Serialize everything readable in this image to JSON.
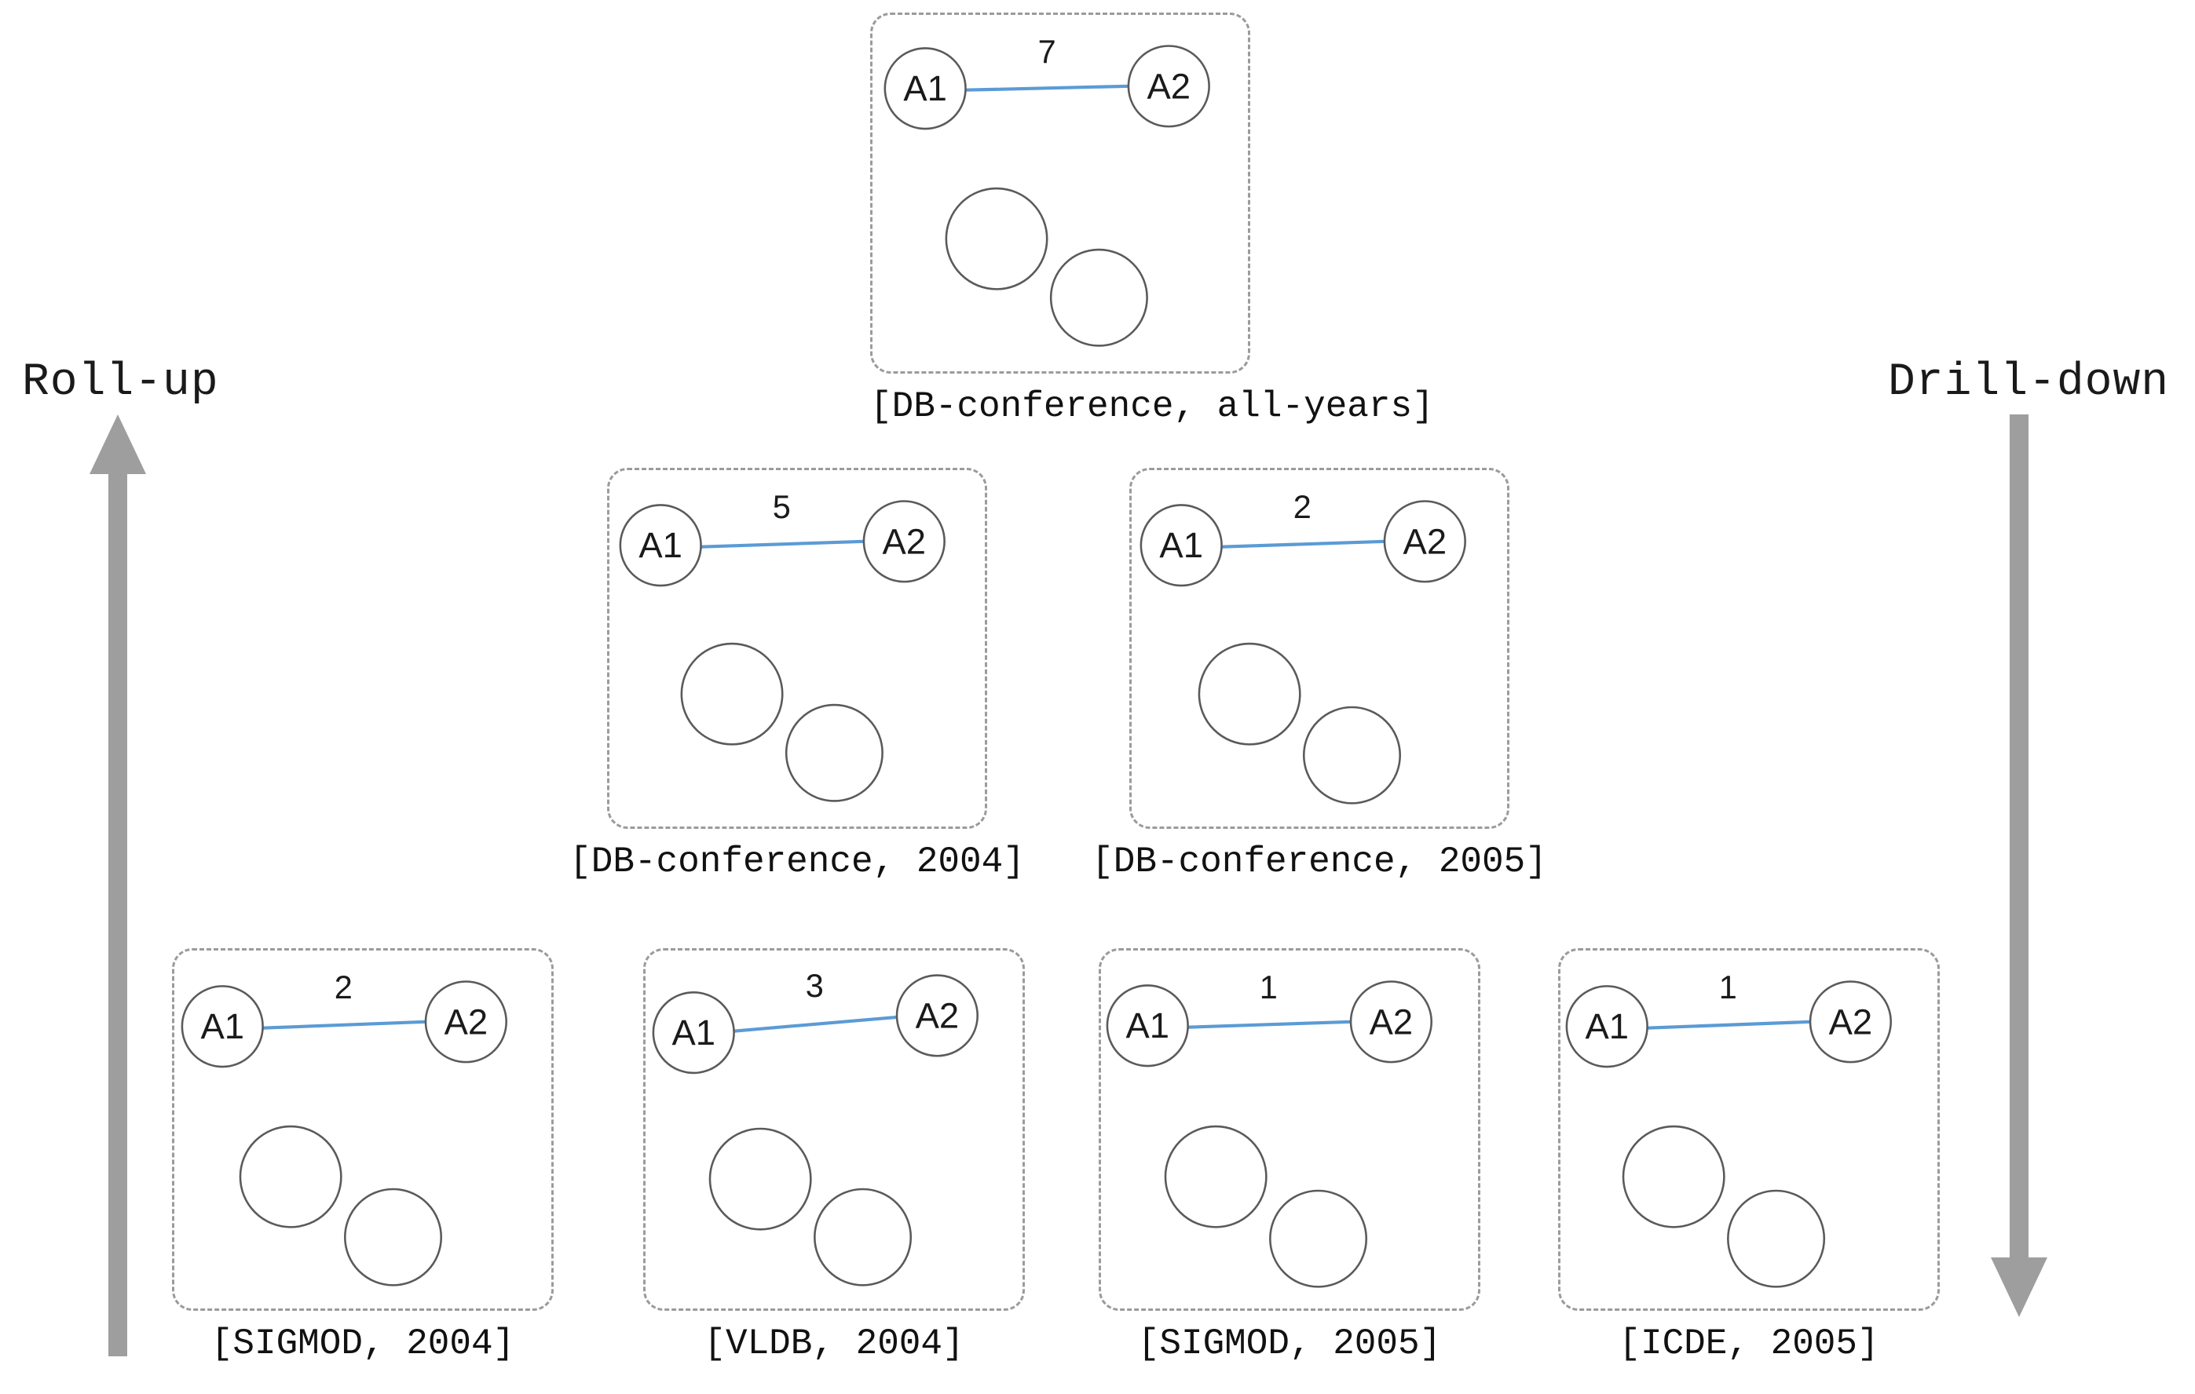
{
  "figure": {
    "kind": "graph-cube-lattice",
    "background_color": "#ffffff",
    "node_stroke_color": "#5a5a5a",
    "edge_color": "#5b9bd5",
    "cuboid_border_color": "#9b9b9b",
    "arrow_color": "#9e9e9e"
  },
  "axes": {
    "left": {
      "label": "Roll-up",
      "direction": "up",
      "icon": "arrow-up-icon"
    },
    "right": {
      "label": "Drill-down",
      "direction": "down",
      "icon": "arrow-down-icon"
    }
  },
  "levels": [
    {
      "level_name": "apex",
      "cuboids": [
        {
          "id": "db-conference-all-years",
          "caption": "[DB-conference, all-years]",
          "nodes": [
            {
              "label": "A1"
            },
            {
              "label": "A2"
            },
            {
              "label": ""
            },
            {
              "label": ""
            }
          ],
          "edges": [
            {
              "source": "A1",
              "target": "A2",
              "weight": "7"
            }
          ]
        }
      ]
    },
    {
      "level_name": "middle",
      "cuboids": [
        {
          "id": "db-conference-2004",
          "caption": "[DB-conference, 2004]",
          "nodes": [
            {
              "label": "A1"
            },
            {
              "label": "A2"
            },
            {
              "label": ""
            },
            {
              "label": ""
            }
          ],
          "edges": [
            {
              "source": "A1",
              "target": "A2",
              "weight": "5"
            }
          ]
        },
        {
          "id": "db-conference-2005",
          "caption": "[DB-conference, 2005]",
          "nodes": [
            {
              "label": "A1"
            },
            {
              "label": "A2"
            },
            {
              "label": ""
            },
            {
              "label": ""
            }
          ],
          "edges": [
            {
              "source": "A1",
              "target": "A2",
              "weight": "2"
            }
          ]
        }
      ]
    },
    {
      "level_name": "base",
      "cuboids": [
        {
          "id": "sigmod-2004",
          "caption": "[SIGMOD, 2004]",
          "nodes": [
            {
              "label": "A1"
            },
            {
              "label": "A2"
            },
            {
              "label": ""
            },
            {
              "label": ""
            }
          ],
          "edges": [
            {
              "source": "A1",
              "target": "A2",
              "weight": "2"
            }
          ]
        },
        {
          "id": "vldb-2004",
          "caption": "[VLDB, 2004]",
          "nodes": [
            {
              "label": "A1"
            },
            {
              "label": "A2"
            },
            {
              "label": ""
            },
            {
              "label": ""
            }
          ],
          "edges": [
            {
              "source": "A1",
              "target": "A2",
              "weight": "3"
            }
          ]
        },
        {
          "id": "sigmod-2005",
          "caption": "[SIGMOD, 2005]",
          "nodes": [
            {
              "label": "A1"
            },
            {
              "label": "A2"
            },
            {
              "label": ""
            },
            {
              "label": ""
            }
          ],
          "edges": [
            {
              "source": "A1",
              "target": "A2",
              "weight": "1"
            }
          ]
        },
        {
          "id": "icde-2005",
          "caption": "[ICDE, 2005]",
          "nodes": [
            {
              "label": "A1"
            },
            {
              "label": "A2"
            },
            {
              "label": ""
            },
            {
              "label": ""
            }
          ],
          "edges": [
            {
              "source": "A1",
              "target": "A2",
              "weight": "1"
            }
          ]
        }
      ]
    }
  ]
}
